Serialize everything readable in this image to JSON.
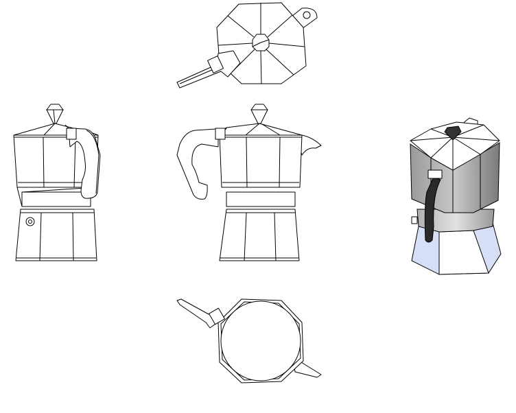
{
  "drawing": {
    "subject": "moka-pot",
    "views": [
      "top",
      "left",
      "front",
      "isometric",
      "bottom"
    ],
    "colors": {
      "line": "#000000",
      "background": "#ffffff",
      "body_shade_dark": "#8a8a8a",
      "body_shade_light": "#d0d0d0",
      "base_tint": "#d6dff5",
      "handle": "#2a2a2a"
    }
  }
}
